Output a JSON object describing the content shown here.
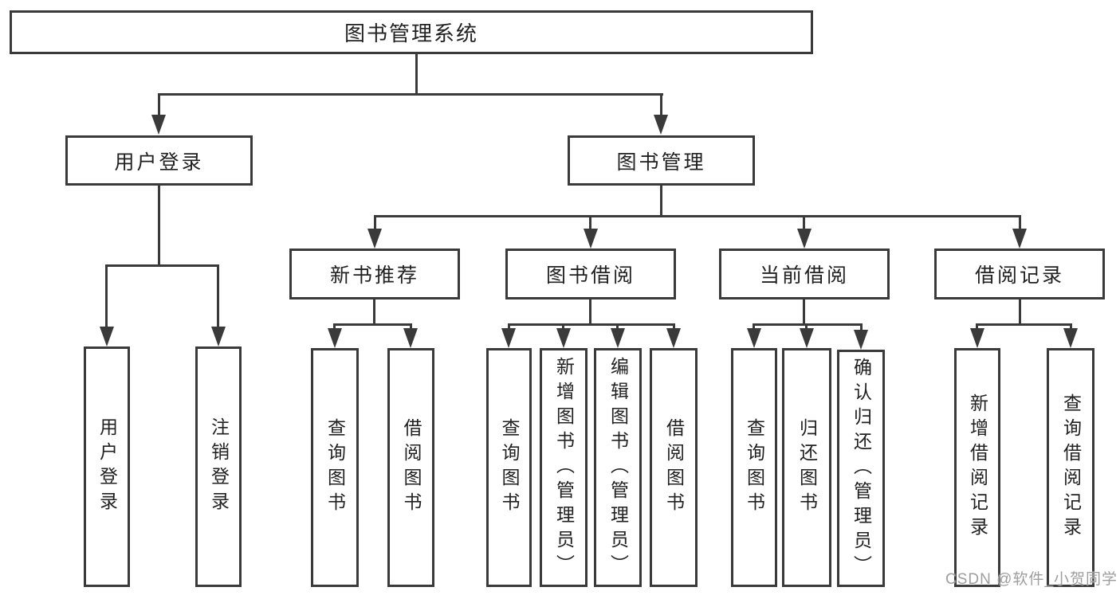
{
  "diagram_title": "图书管理系统",
  "labels": {
    "root": "图书管理系统",
    "user_login": "用户登录",
    "book_management": "图书管理",
    "new_book_recommend": "新书推荐",
    "book_borrowing": "图书借阅",
    "current_borrowing": "当前借阅",
    "borrowing_records": "借阅记录",
    "leaf_user_login": "用户登录",
    "leaf_logout": "注销登录",
    "nbr_query_books": "查询图书",
    "nbr_borrow_books": "借阅图书",
    "bb_query_books": "查询图书",
    "bb_add_books": "新增图书（管理员）",
    "bb_edit_books": "编辑图书（管理员）",
    "bb_borrow_books": "借阅图书",
    "cb_query_books": "查询图书",
    "cb_return_books": "归还图书",
    "cb_confirm_return": "确认归还（管理员）",
    "br_add_record": "新增借阅记录",
    "br_query_record": "查询借阅记录"
  },
  "hierarchy": {
    "root": "图书管理系统",
    "children": [
      {
        "label": "用户登录",
        "children": [
          "用户登录",
          "注销登录"
        ]
      },
      {
        "label": "图书管理",
        "children": [
          {
            "label": "新书推荐",
            "children": [
              "查询图书",
              "借阅图书"
            ]
          },
          {
            "label": "图书借阅",
            "children": [
              "查询图书",
              "新增图书（管理员）",
              "编辑图书（管理员）",
              "借阅图书"
            ]
          },
          {
            "label": "当前借阅",
            "children": [
              "查询图书",
              "归还图书",
              "确认归还（管理员）"
            ]
          },
          {
            "label": "借阅记录",
            "children": [
              "新增借阅记录",
              "查询借阅记录"
            ]
          }
        ]
      }
    ]
  },
  "watermark": "CSDN @软件_小贺同学",
  "colors": {
    "line": "#3a3a3a",
    "text": "#212121",
    "background": "#ffffff",
    "watermark": "#9e9e9e"
  }
}
